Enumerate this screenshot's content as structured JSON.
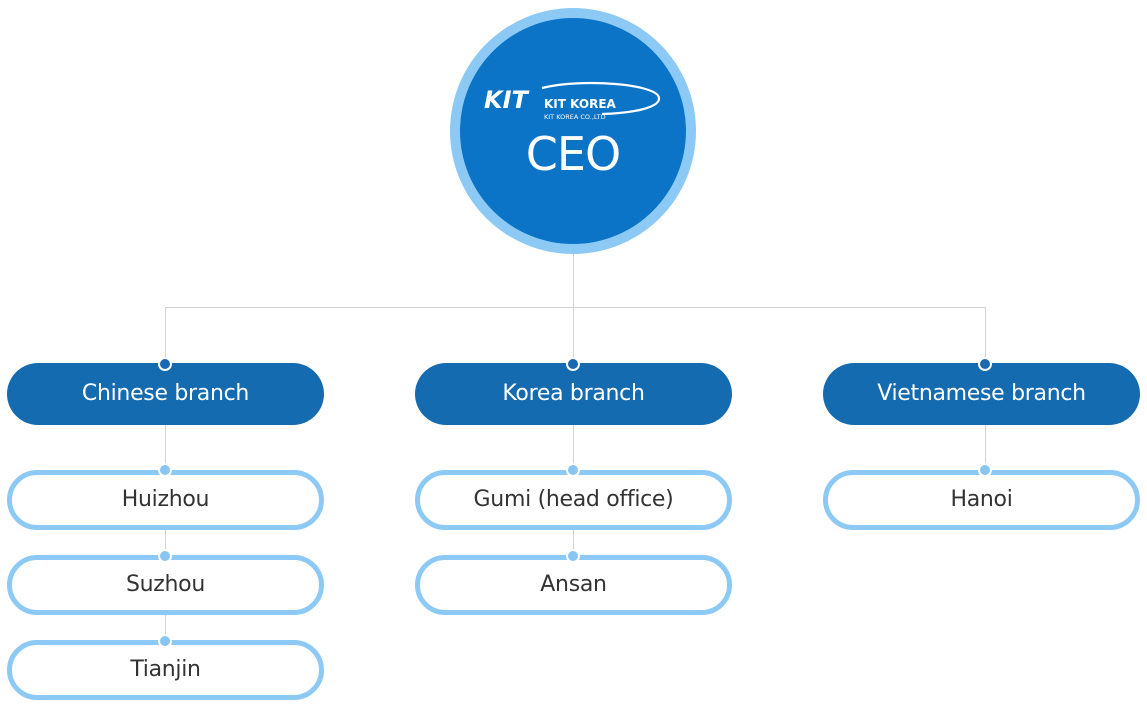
{
  "ceo": {
    "logo_mark": "KIT",
    "logo_name": "KIT KOREA",
    "logo_sub": "KIT KOREA CO.,LTD",
    "title": "CEO"
  },
  "branches": [
    {
      "name": "Chinese branch",
      "offices": [
        "Huizhou",
        "Suzhou",
        "Tianjin"
      ]
    },
    {
      "name": "Korea branch",
      "offices": [
        "Gumi (head office)",
        "Ansan"
      ]
    },
    {
      "name": "Vietnamese branch",
      "offices": [
        "Hanoi"
      ]
    }
  ],
  "colors": {
    "ceo_fill": "#0b74c7",
    "ceo_ring": "#8ccaf5",
    "branch_fill": "#156bb0",
    "office_border": "#8ccaf5",
    "connector": "#d2d2d2",
    "office_text": "#333333"
  }
}
